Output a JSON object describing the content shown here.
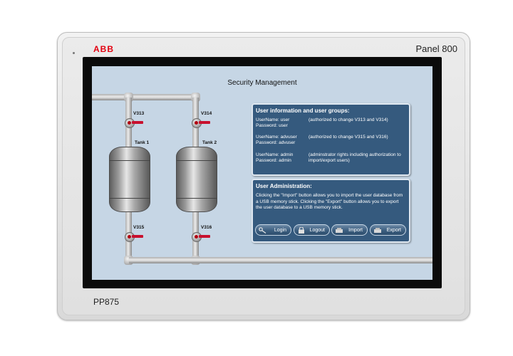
{
  "device": {
    "brand": "ABB",
    "panel_name": "Panel 800",
    "model": "PP875"
  },
  "screen": {
    "title": "Security Management"
  },
  "diagram": {
    "valves": [
      "V313",
      "V314",
      "V315",
      "V316"
    ],
    "tanks": [
      "Tank 1",
      "Tank 2"
    ],
    "colors": {
      "valve_handle": "#c8102e",
      "background": "#c6d6e5"
    }
  },
  "user_info": {
    "title": "User information and user groups:",
    "users": [
      {
        "username": "UserName: user",
        "password": "Password:  user",
        "description": "(authorized to change V313 and V314)"
      },
      {
        "username": "UserName: advuser",
        "password": "Password:  advuser",
        "description": "(authorized to change V315 and V316)"
      },
      {
        "username": "UserName: admin",
        "password": "Password:  admin",
        "description": "(adminstrator rights including authorization to import/export users)"
      }
    ]
  },
  "user_admin": {
    "title": "User Administration:",
    "text": "Clicking the \"Import\" button allows you to import the user database from a USB memory stick. Clicking the \"Export\" button allows you to export the user database to a USB memory stick.",
    "buttons": {
      "login": "Login",
      "logout": "Logout",
      "import": "Import",
      "export": "Export"
    },
    "colors": {
      "box": "#355a7e"
    }
  }
}
